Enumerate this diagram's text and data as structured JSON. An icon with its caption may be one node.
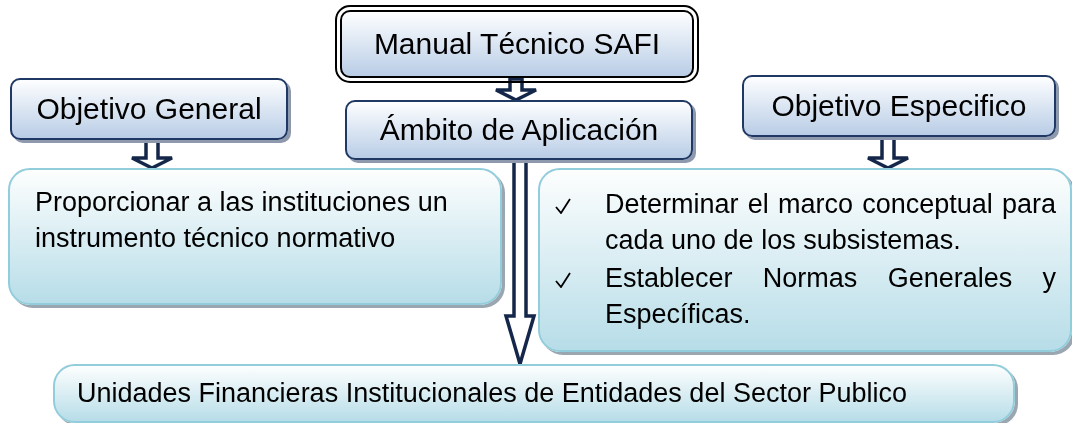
{
  "diagram": {
    "nodes": [
      {
        "text": [
          "Manual Técnico SAFI"
        ]
      },
      {
        "text": [
          "Objetivo General"
        ]
      },
      {
        "text": [
          "Ámbito de Aplicación"
        ]
      },
      {
        "text": [
          "Objetivo Especifico"
        ]
      },
      {
        "text": [
          "Proporcionar a las instituciones un instrumento técnico normativo"
        ]
      },
      {
        "text": [
          "Determinar el marco conceptual para cada uno de los subsistemas.",
          "Establecer Normas Generales y Específicas."
        ]
      },
      {
        "text": [
          "Unidades Financieras Institucionales de Entidades del Sector Publico"
        ]
      }
    ],
    "edges": [
      {
        "from": 0,
        "to": 2,
        "arrow": "to"
      },
      {
        "from": 1,
        "to": 4,
        "arrow": "to"
      },
      {
        "from": 3,
        "to": 5,
        "arrow": "to"
      },
      {
        "from": 2,
        "to": 6,
        "arrow": "to"
      }
    ]
  }
}
